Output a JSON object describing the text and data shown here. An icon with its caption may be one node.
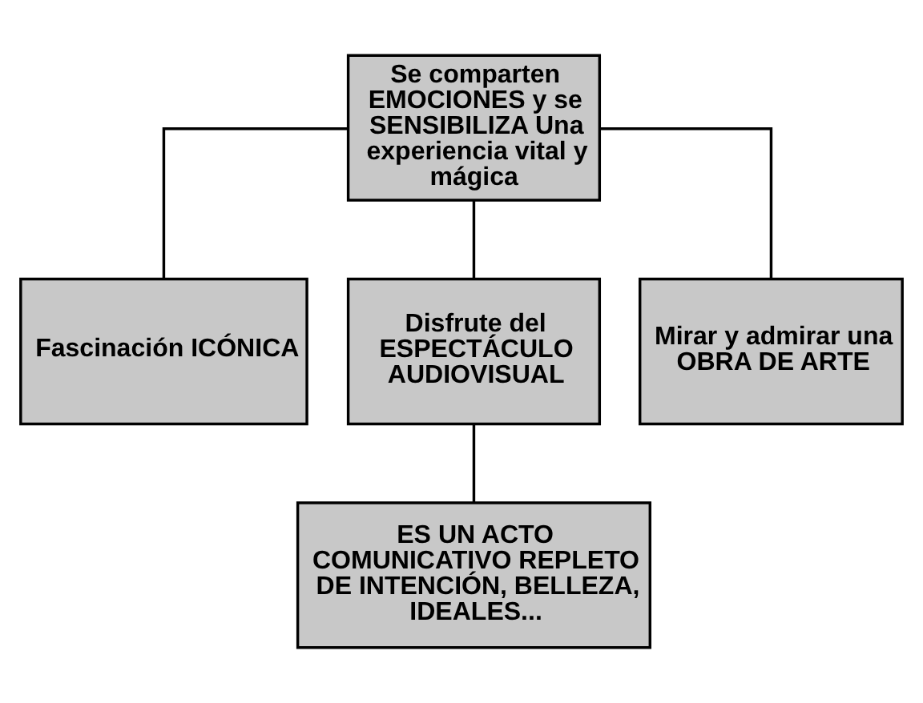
{
  "diagram": {
    "nodes": [
      {
        "text": [
          "Se comparten EMOCIONES y se SENSIBILIZA Una experiencia vital y mágica"
        ]
      },
      {
        "text": [
          "Fascinación ICÓNICA"
        ]
      },
      {
        "text": [
          "Disfrute del ESPECTÁCULO AUDIOVISUAL"
        ]
      },
      {
        "text": [
          "Mirar y admirar una OBRA DE ARTE"
        ]
      },
      {
        "text": [
          "ES UN ACTO COMUNICATIVO REPLETO DE INTENCIÓN, BELLEZA, IDEALES..."
        ]
      }
    ],
    "edges": [
      {
        "from": 0,
        "to": 1,
        "arrow": "none"
      },
      {
        "from": 0,
        "to": 2,
        "arrow": "none"
      },
      {
        "from": 0,
        "to": 3,
        "arrow": "none"
      },
      {
        "from": 2,
        "to": 4,
        "arrow": "none"
      }
    ]
  }
}
